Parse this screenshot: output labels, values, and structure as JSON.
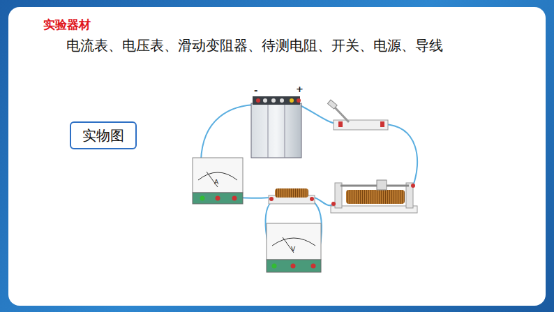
{
  "diagram": {
    "title": "实验器材",
    "nodes": [
      {
        "text": [
          "实物图"
        ]
      }
    ],
    "labels": [
      "电流表、电压表、滑动变阻器、待测电阻、开关、电源、导线",
      "-",
      "+",
      "A",
      "V"
    ]
  }
}
